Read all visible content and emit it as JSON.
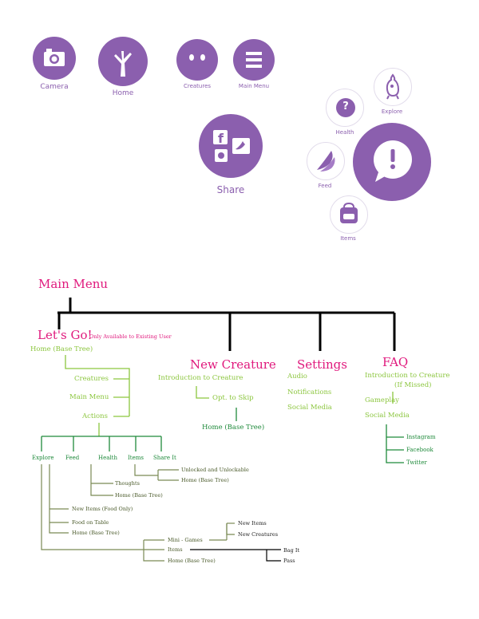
{
  "icons": {
    "camera": "Camera",
    "home": "Home",
    "creatures": "Creatures",
    "main_menu": "Main Menu",
    "share": "Share",
    "health": "Health",
    "explore": "Explore",
    "feed": "Feed",
    "items": "Items"
  },
  "colors": {
    "purple": "#8b5fae",
    "pink": "#e0197d",
    "light_green": "#8cc63f",
    "dark_green": "#1f8a3b"
  },
  "tree": {
    "root": "Main Menu",
    "lets_go": "Let's Go!",
    "lets_go_note": "Only Available to Existing User",
    "home_base": "Home (Base Tree)",
    "creatures": "Creatures",
    "main_menu": "Main Menu",
    "actions": "Actions",
    "explore": "Explore",
    "feed": "Feed",
    "health": "Health",
    "items": "Items",
    "share_it": "Share It",
    "unlocked": "Unlocked and Unlockable",
    "home_base_share": "Home (Base Tree)",
    "thoughts": "Thoughts",
    "home_base_health": "Home (Base Tree)",
    "new_items_food": "New Items (Food Only)",
    "food_on_table": "Food on Table",
    "home_base_feed": "Home (Base Tree)",
    "mini_games": "Mini - Games",
    "new_items": "New Items",
    "new_creatures": "New Creatures",
    "items_explore": "Items",
    "bag_it": "Bag It",
    "pass": "Pass",
    "home_base_explore": "Home (Base Tree)",
    "new_creature": "New Creature",
    "intro_creature": "Introduction to Creature",
    "opt_skip": "Opt. to Skip",
    "home_base_new": "Home (Base Tree)",
    "settings": "Settings",
    "audio": "Audio",
    "notifications": "Notifications",
    "social_media_settings": "Social Media",
    "faq": "FAQ",
    "faq_intro": "Introduction to Creature",
    "faq_missed": "(If Missed)",
    "gameplay": "Gameplay",
    "social_media_faq": "Social Media",
    "instagram": "Instagram",
    "facebook": "Facebook",
    "twitter": "Twitter"
  }
}
